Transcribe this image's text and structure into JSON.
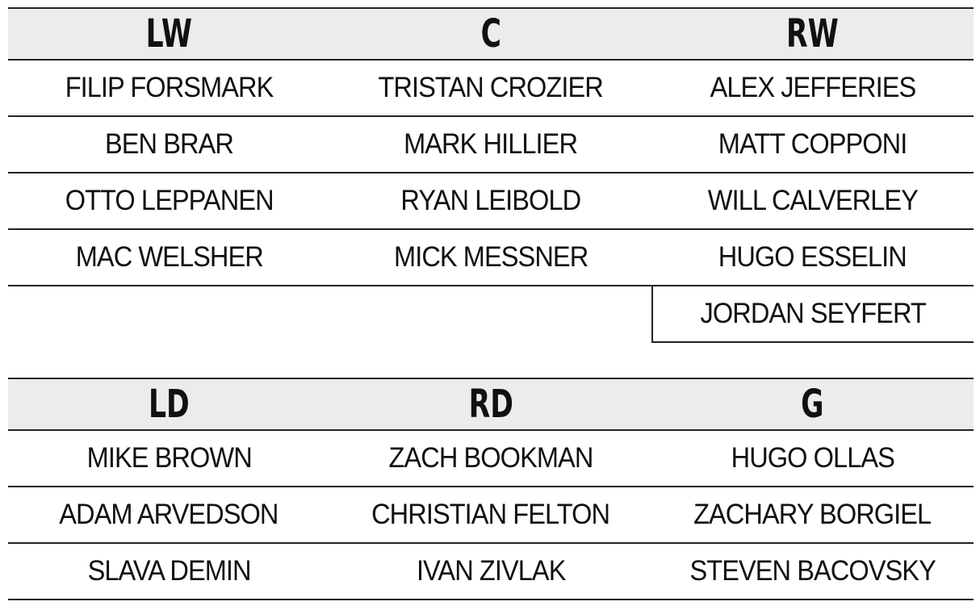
{
  "forwards": {
    "headers": [
      "LW",
      "C",
      "RW"
    ],
    "rows": [
      [
        "FILIP FORSMARK",
        "TRISTAN CROZIER",
        "ALEX JEFFERIES"
      ],
      [
        "BEN BRAR",
        "MARK HILLIER",
        "MATT COPPONI"
      ],
      [
        "OTTO LEPPANEN",
        "RYAN LEIBOLD",
        "WILL CALVERLEY"
      ],
      [
        "MAC WELSHER",
        "MICK MESSNER",
        "HUGO ESSELIN"
      ],
      [
        "",
        "",
        "JORDAN SEYFERT"
      ]
    ]
  },
  "defense": {
    "headers": [
      "LD",
      "RD",
      "G"
    ],
    "rows": [
      [
        "MIKE BROWN",
        "ZACH BOOKMAN",
        "HUGO OLLAS"
      ],
      [
        "ADAM ARVEDSON",
        "CHRISTIAN FELTON",
        "ZACHARY BORGIEL"
      ],
      [
        "SLAVA DEMIN",
        "IVAN ZIVLAK",
        "STEVEN BACOVSKY"
      ]
    ]
  }
}
